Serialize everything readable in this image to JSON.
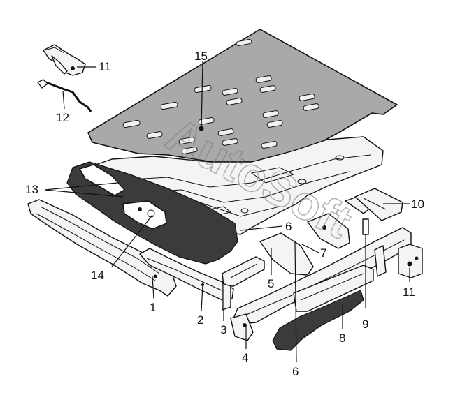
{
  "watermark": "AutoSoft",
  "callouts": [
    "1",
    "2",
    "3",
    "4",
    "5",
    "6",
    "6",
    "7",
    "8",
    "9",
    "10",
    "11",
    "11",
    "12",
    "13",
    "14",
    "15"
  ]
}
